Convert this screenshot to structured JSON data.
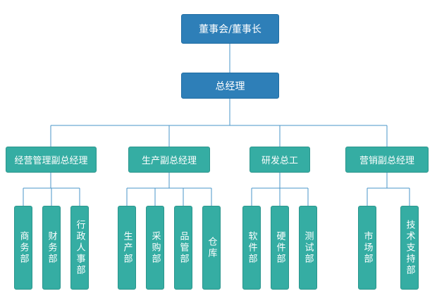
{
  "chart": {
    "board": "董事会/董事长",
    "gm": "总经理",
    "divisions": [
      {
        "label": "经营管理副总经理",
        "departments": [
          "商务部",
          "财务部",
          "行政人事部"
        ]
      },
      {
        "label": "生产副总经理",
        "departments": [
          "生产部",
          "采购部",
          "品管部",
          "仓库"
        ]
      },
      {
        "label": "研发总工",
        "departments": [
          "软件部",
          "硬件部",
          "测试部"
        ]
      },
      {
        "label": "营销副总经理",
        "departments": [
          "市场部",
          "技术支持部"
        ]
      }
    ]
  },
  "colors": {
    "top_fill": "#2e7fb8",
    "node_fill": "#35ada3",
    "line": "#4a95c8"
  }
}
